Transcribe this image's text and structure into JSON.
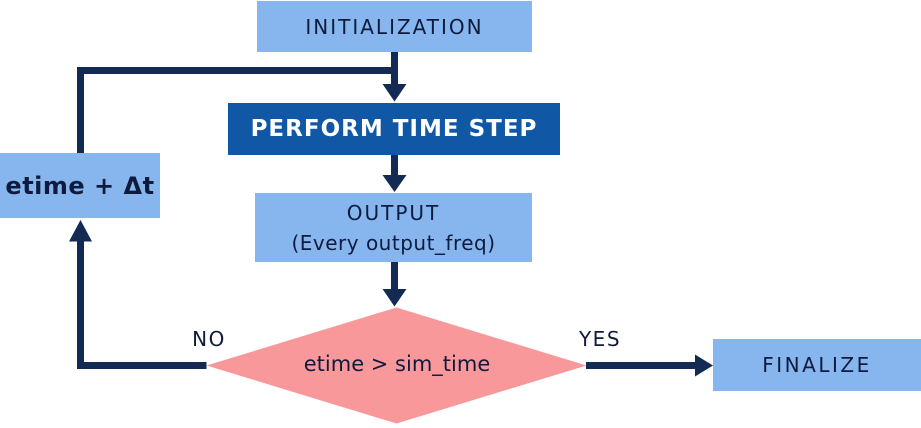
{
  "colors": {
    "background": "#ffffff",
    "box_light": "#87b6ee",
    "box_dark": "#1057a6",
    "diamond_pink": "#f9989a",
    "connector_navy": "#132a52",
    "text_navy": "#0e1b3e",
    "text_white": "#ffffff"
  },
  "nodes": {
    "initialization": {
      "label": "INITIALIZATION"
    },
    "perform_time_step": {
      "label": "PERFORM TIME STEP"
    },
    "output": {
      "label": "OUTPUT",
      "sublabel": "(Every output_freq)"
    },
    "decision": {
      "label": "etime > sim_time"
    },
    "increment": {
      "label": "etime + Δt"
    },
    "finalize": {
      "label": "FINALIZE"
    }
  },
  "edge_labels": {
    "no": "NO",
    "yes": "YES"
  }
}
